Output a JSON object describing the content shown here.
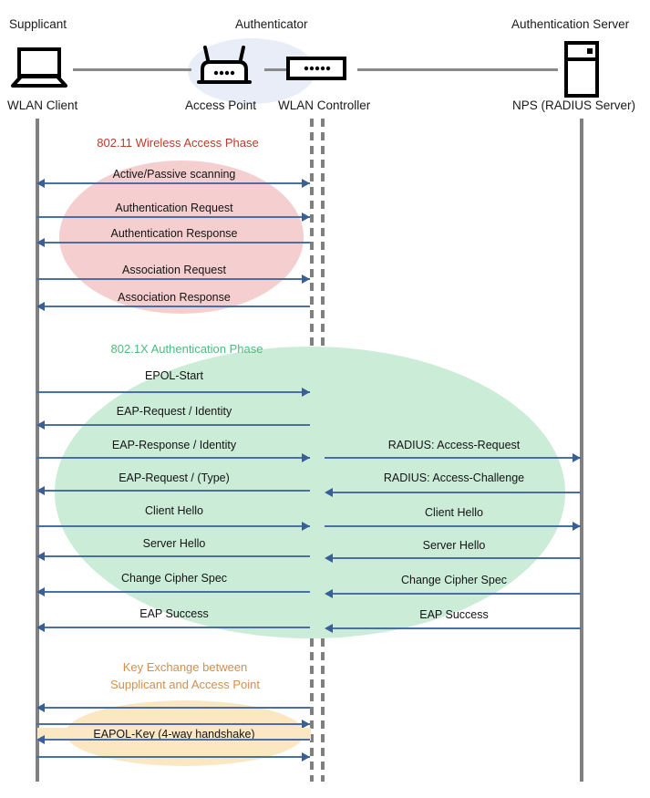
{
  "diagram": {
    "title": "802.1X / WPA2-Enterprise WLAN authentication sequence",
    "colors": {
      "wireless_phase": "#c0392b",
      "dot1x_phase": "#4cbb7f",
      "key_exchange_phase": "#d09050",
      "arrow": "#4a6fa5",
      "lifeline": "#808080",
      "header_ellipse": "#e8edf8",
      "pink_fill": "#f5cfcf",
      "green_fill": "#cbecd7",
      "orange_fill": "#fbe8c3"
    }
  },
  "actors": [
    {
      "role": "Supplicant",
      "device": "WLAN Client",
      "icon": "laptop-icon"
    },
    {
      "role": "Authenticator",
      "device": "Access Point",
      "icon": "access-point-icon"
    },
    {
      "role": "",
      "device": "WLAN Controller",
      "icon": "wlan-controller-icon"
    },
    {
      "role": "Authentication Server",
      "device": "NPS (RADIUS Server)",
      "icon": "server-icon"
    }
  ],
  "phases": [
    {
      "id": "wireless-access-phase",
      "title": "802.11 Wireless Access Phase",
      "color": "#c0392b",
      "messages": [
        {
          "label": "Active/Passive scanning",
          "direction": "left"
        },
        {
          "label": "Authentication Request",
          "direction": "right"
        },
        {
          "label": "Authentication Response",
          "direction": "left"
        },
        {
          "label": "Association Request",
          "direction": "right"
        },
        {
          "label": "Association Response",
          "direction": "left"
        }
      ]
    },
    {
      "id": "dot1x-authentication-phase",
      "title": "802.1X Authentication Phase",
      "color": "#4cbb7f",
      "messages": [
        {
          "label": "EPOL-Start",
          "direction": "right"
        },
        {
          "label": "EAP-Request / Identity",
          "direction": "left"
        },
        {
          "label": "EAP-Response / Identity",
          "direction": "right"
        },
        {
          "label": "EAP-Request / (Type)",
          "direction": "left"
        },
        {
          "label": "Client Hello",
          "direction": "right"
        },
        {
          "label": "Server Hello",
          "direction": "left"
        },
        {
          "label": "Change Cipher Spec",
          "direction": "left"
        },
        {
          "label": "EAP Success",
          "direction": "left"
        }
      ],
      "radius_messages": [
        {
          "label": "RADIUS: Access-Request",
          "direction": "right"
        },
        {
          "label": "RADIUS: Access-Challenge",
          "direction": "left"
        },
        {
          "label": "Client Hello",
          "direction": "right"
        },
        {
          "label": "Server Hello",
          "direction": "left"
        },
        {
          "label": "Change Cipher Spec",
          "direction": "left"
        },
        {
          "label": "EAP Success",
          "direction": "left"
        }
      ]
    },
    {
      "id": "key-exchange-phase",
      "title_line1": "Key Exchange between",
      "title_line2": "Supplicant and Access Point",
      "color": "#d09050",
      "center_label": "EAPOL-Key (4-way handshake)",
      "messages": [
        {
          "label": "",
          "direction": "left"
        },
        {
          "label": "",
          "direction": "right"
        },
        {
          "label": "",
          "direction": "left"
        },
        {
          "label": "",
          "direction": "right"
        }
      ]
    }
  ]
}
